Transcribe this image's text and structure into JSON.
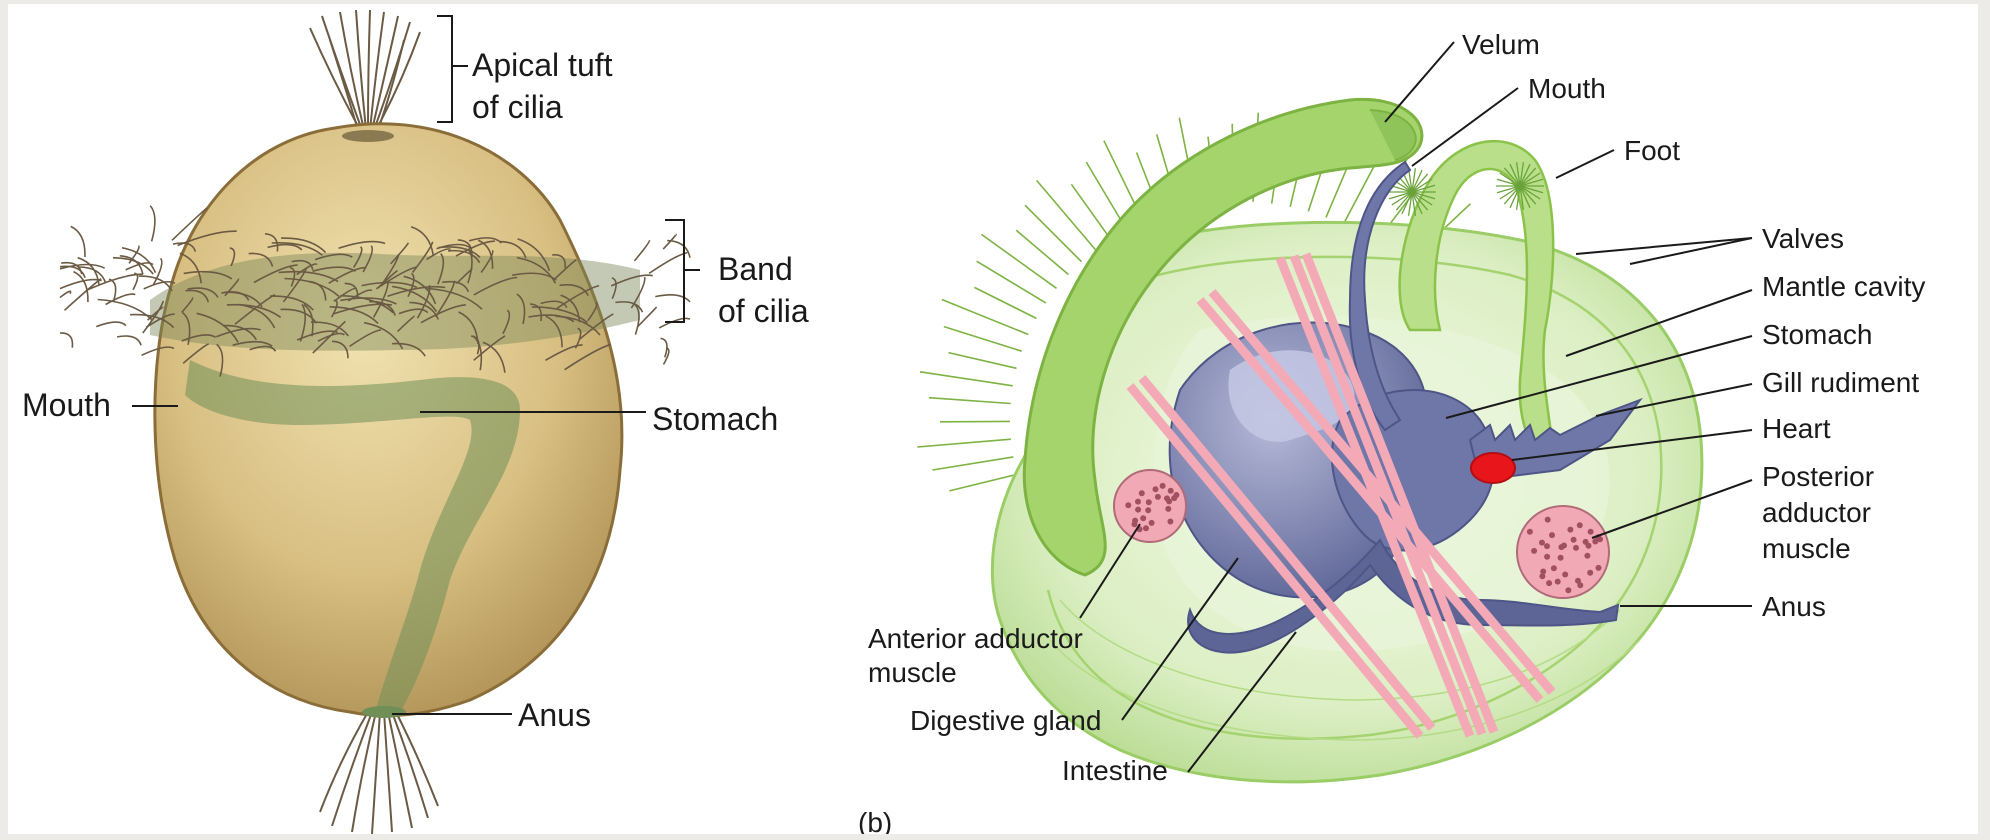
{
  "panel_a": {
    "labels": {
      "apical_tuft_line1": "Apical tuft",
      "apical_tuft_line2": "of cilia",
      "band_line1": "Band",
      "band_line2": "of cilia",
      "mouth": "Mouth",
      "stomach": "Stomach",
      "anus": "Anus"
    }
  },
  "panel_b": {
    "caption": "(b)",
    "labels": {
      "velum": "Velum",
      "mouth": "Mouth",
      "foot": "Foot",
      "valves": "Valves",
      "mantle_cavity": "Mantle cavity",
      "stomach": "Stomach",
      "gill_rudiment": "Gill rudiment",
      "heart": "Heart",
      "posterior_adductor_line1": "Posterior",
      "posterior_adductor_line2": "adductor",
      "posterior_adductor_line3": "muscle",
      "anus": "Anus",
      "anterior_adductor_line1": "Anterior adductor",
      "anterior_adductor_line2": "muscle",
      "digestive_gland": "Digestive gland",
      "intestine": "Intestine"
    }
  },
  "colors": {
    "background": "#ecebe8",
    "body_tan": "#c9ad6b",
    "gut_green": "#6f8f57",
    "cilia_brown": "#6b5a44",
    "velum_green": "#9ccc65",
    "organ_blue": "#6f77a8",
    "muscle_pink": "#f2a0ad",
    "heart_red": "#e8161b"
  }
}
